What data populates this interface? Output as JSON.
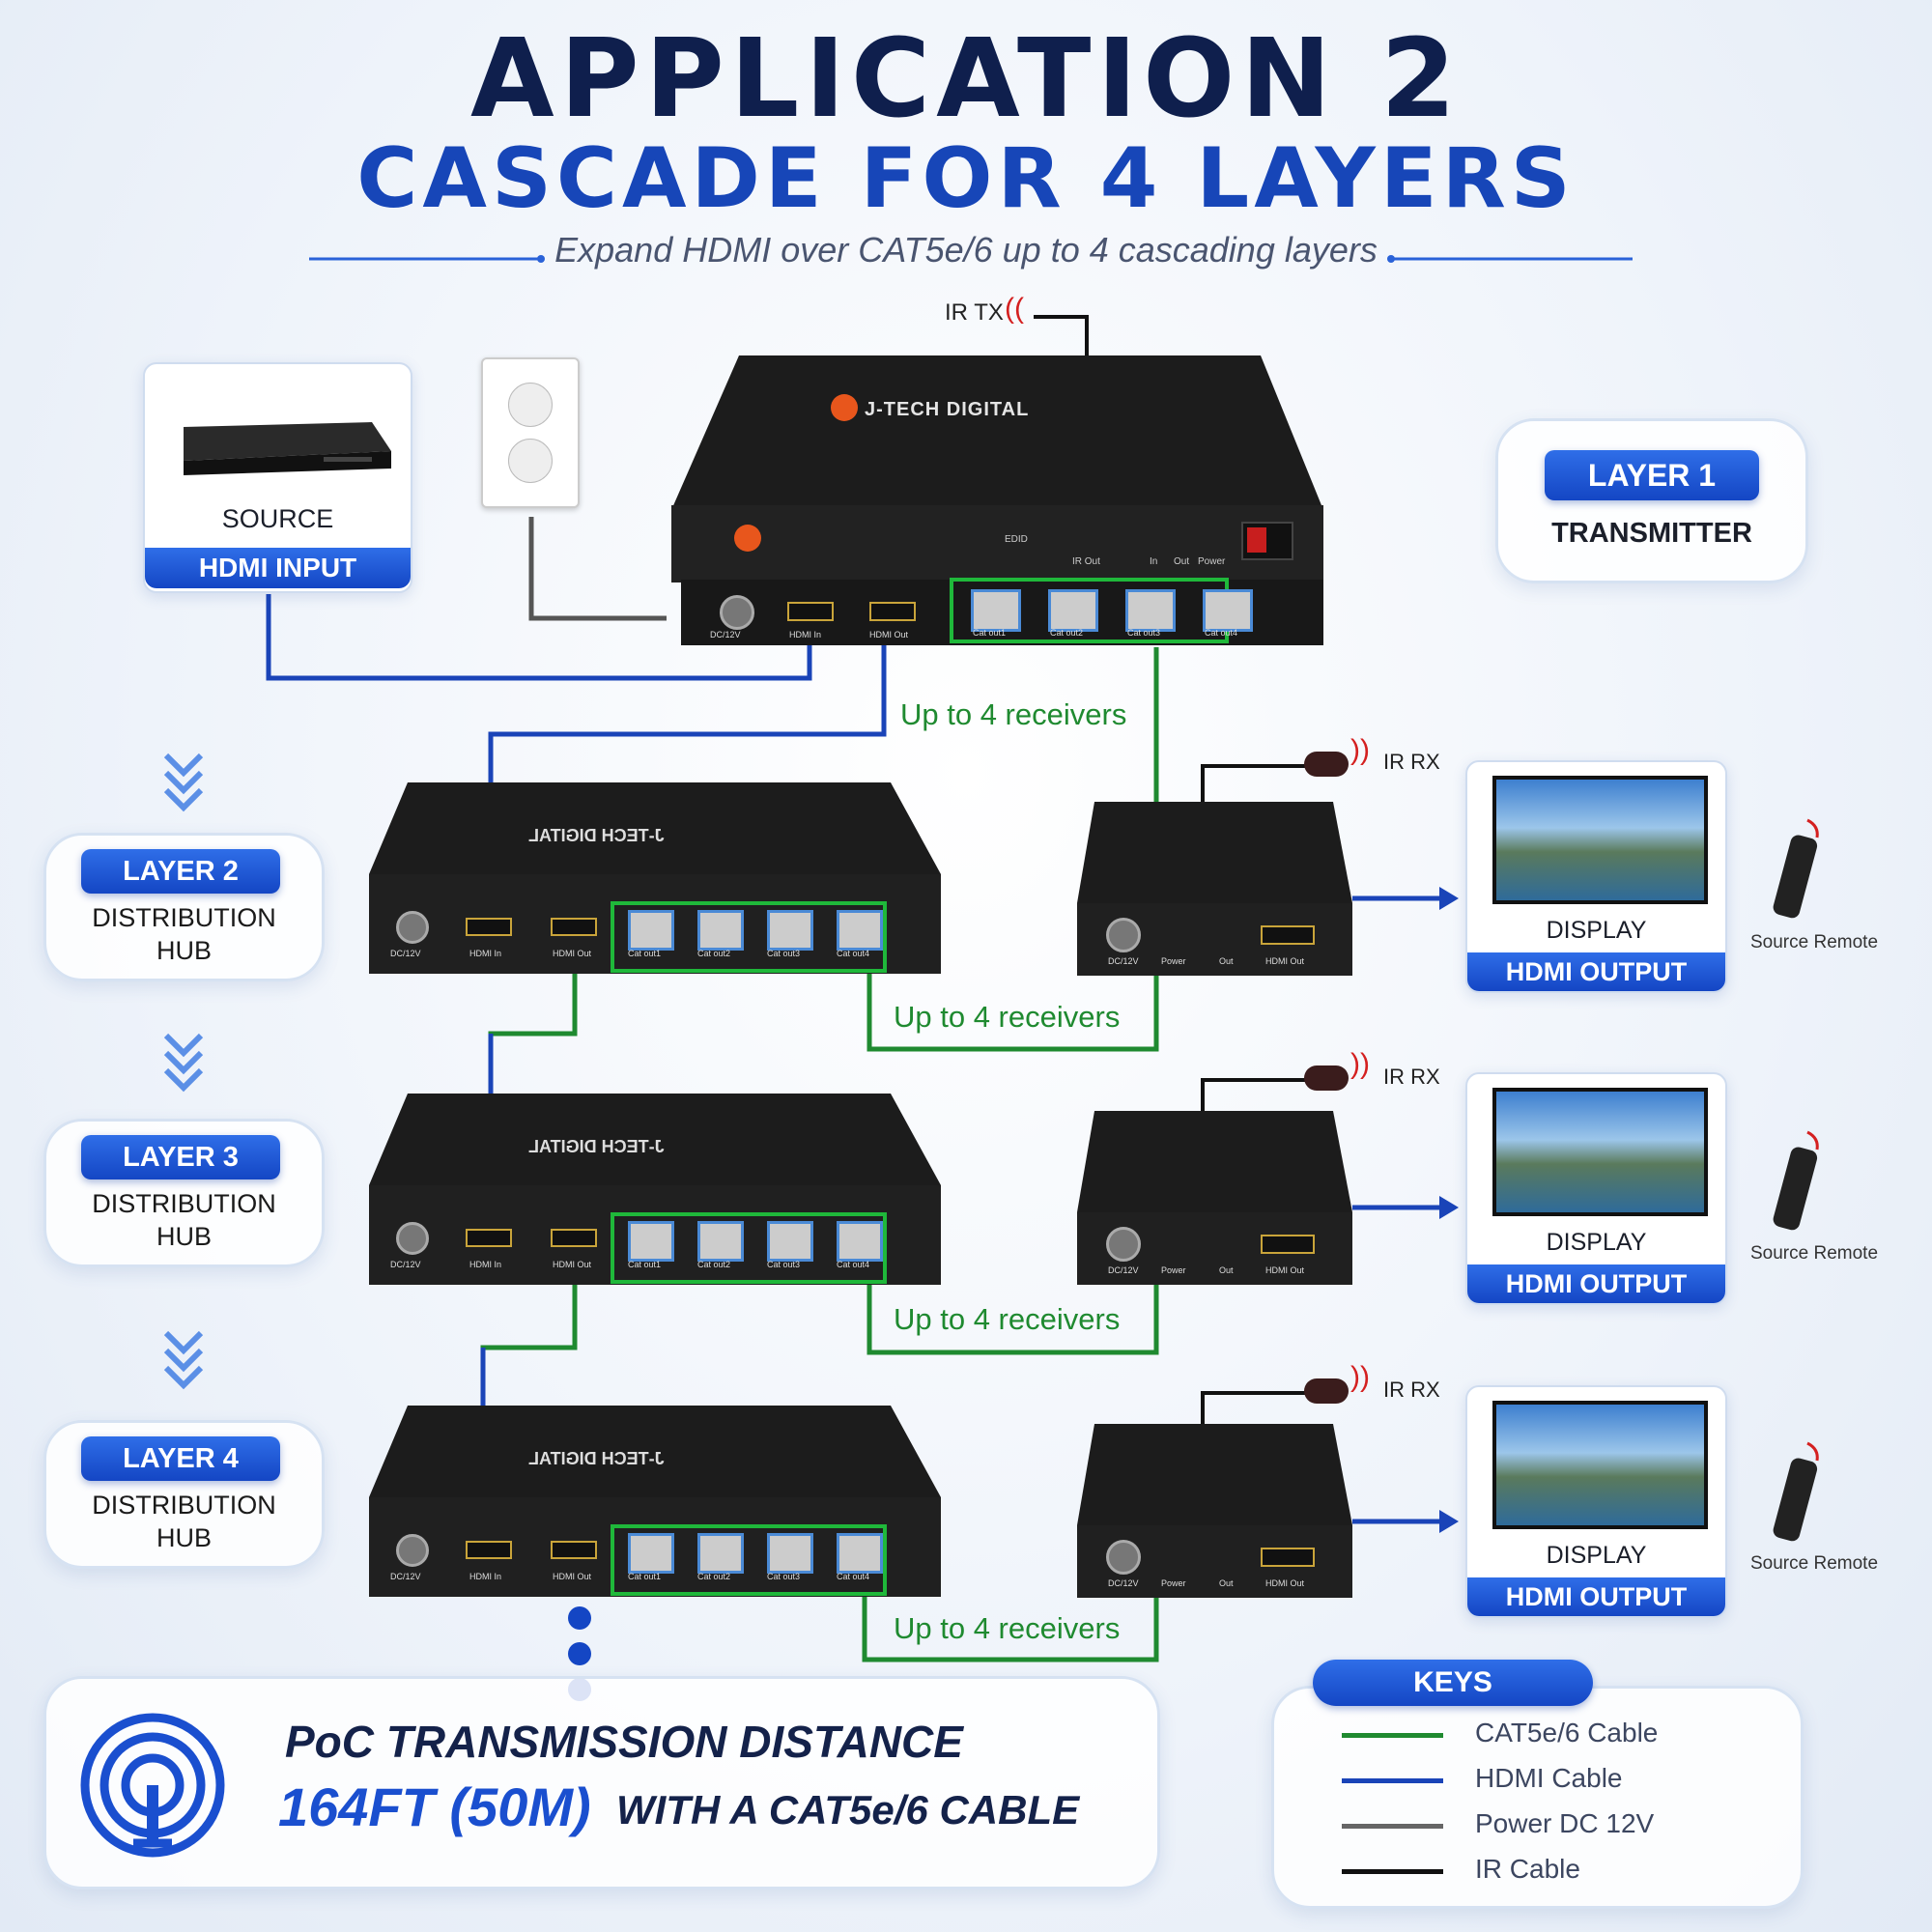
{
  "header": {
    "title": "APPLICATION 2",
    "subtitle_big": "CASCADE FOR 4 LAYERS",
    "tagline": "Expand HDMI over CAT5e/6 up to 4 cascading layers"
  },
  "source": {
    "name": "SOURCE",
    "bar": "HDMI INPUT"
  },
  "transmitter": {
    "brand": "J-TECH DIGITAL",
    "ir_label": "IR TX",
    "layer_badge": "LAYER 1",
    "layer_name": "TRANSMITTER",
    "ports": [
      "DC/12V",
      "HDMI In",
      "HDMI Out",
      "Cat out1",
      "Cat out2",
      "Cat out3",
      "Cat out4"
    ],
    "front": {
      "edid": "EDID",
      "ir_out": "IR Out",
      "in": "In",
      "out": "Out",
      "power": "Power"
    }
  },
  "layers": [
    {
      "badge": "LAYER 2",
      "line1": "DISTRIBUTION",
      "line2": "HUB",
      "receivers": "Up to 4 receivers"
    },
    {
      "badge": "LAYER 3",
      "line1": "DISTRIBUTION",
      "line2": "HUB",
      "receivers": "Up to 4 receivers"
    },
    {
      "badge": "LAYER 4",
      "line1": "DISTRIBUTION",
      "line2": "HUB",
      "receivers": "Up to 4 receivers"
    }
  ],
  "tx_receivers": "Up to 4 receivers",
  "hub": {
    "brand": "J-TECH DIGITAL",
    "ports": [
      "DC/12V",
      "HDMI In",
      "HDMI Out",
      "Cat out1",
      "Cat out2",
      "Cat out3",
      "Cat out4"
    ]
  },
  "receiver": {
    "ir_label": "IR RX",
    "ports": [
      "DC/12V",
      "Power",
      "Out",
      "HDMI Out"
    ]
  },
  "display": {
    "name": "DISPLAY",
    "bar": "HDMI OUTPUT",
    "remote": "Source Remote"
  },
  "poc": {
    "line1": "PoC TRANSMISSION DISTANCE",
    "distance": "164FT (50M)",
    "line2_rest": "WITH A CAT5e/6 CABLE"
  },
  "keys": {
    "title": "KEYS",
    "items": [
      {
        "label": "CAT5e/6 Cable",
        "color": "#1f8a30"
      },
      {
        "label": "HDMI Cable",
        "color": "#1a44b8"
      },
      {
        "label": "Power DC 12V",
        "color": "#666666"
      },
      {
        "label": "IR Cable",
        "color": "#111111"
      }
    ]
  },
  "colors": {
    "cat": "#1f8a30",
    "hdmi": "#1a44b8",
    "power": "#555555",
    "ir": "#111111",
    "accent": "#1446c4"
  }
}
